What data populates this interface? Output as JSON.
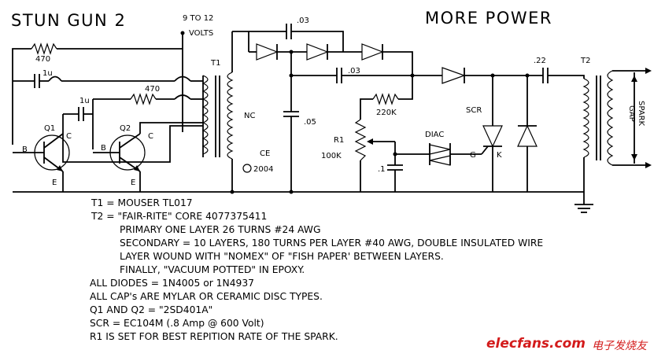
{
  "title_left": "STUN GUN 2",
  "title_right": "MORE POWER",
  "supply": {
    "line1": "9 TO 12",
    "line2": "VOLTS"
  },
  "components": {
    "r_470_top": "470",
    "c_1u_a": "1u",
    "c_1u_b": "1u",
    "r_470_mid": "470",
    "q1": "Q1",
    "q2": "Q2",
    "b1": "B",
    "c1": "C",
    "e1": "E",
    "b2": "B",
    "c2": "C",
    "e2": "E",
    "t1": "T1",
    "nc": "NC",
    "ce_mark": "CE",
    "copyright": "2004",
    "c_03_top": ".03",
    "c_03_mid": ".03",
    "c_05": ".05",
    "r_220k": "220K",
    "r1": "R1",
    "r1_val": "100K",
    "c_1": ".1",
    "diac": "DIAC",
    "scr": "SCR",
    "g": "G",
    "k": "K",
    "c_22": ".22",
    "t2": "T2",
    "spark_gap_1": "SPARK",
    "spark_gap_2": "GAP"
  },
  "notes": [
    {
      "text": "T1 = MOUSER TL017",
      "indent": 1
    },
    {
      "text": "T2 = \"FAIR-RITE\" CORE 4077375411",
      "indent": 1
    },
    {
      "text": "PRIMARY ONE LAYER 26 TURNS #24 AWG",
      "indent": 2
    },
    {
      "text": "SECONDARY = 10 LAYERS, 180 TURNS PER LAYER #40 AWG, DOUBLE INSULATED WIRE",
      "indent": 2
    },
    {
      "text": "LAYER WOUND WITH \"NOMEX\" OF \"FISH PAPER' BETWEEN LAYERS.",
      "indent": 2
    },
    {
      "text": "FINALLY, \"VACUUM POTTED\" IN EPOXY.",
      "indent": 2
    },
    {
      "text": "ALL DIODES = 1N4005 or 1N4937",
      "indent": 0
    },
    {
      "text": "ALL CAP's ARE MYLAR OR CERAMIC DISC TYPES.",
      "indent": 0
    },
    {
      "text": "Q1 AND Q2 = \"2SD401A\"",
      "indent": 0
    },
    {
      "text": "SCR = EC104M (.8 Amp @ 600 Volt)",
      "indent": 0
    },
    {
      "text": "R1 IS SET FOR BEST REPITION RATE OF THE SPARK.",
      "indent": 0
    }
  ],
  "watermark": {
    "site": "elecfans.com",
    "cn": "电子发烧友"
  }
}
